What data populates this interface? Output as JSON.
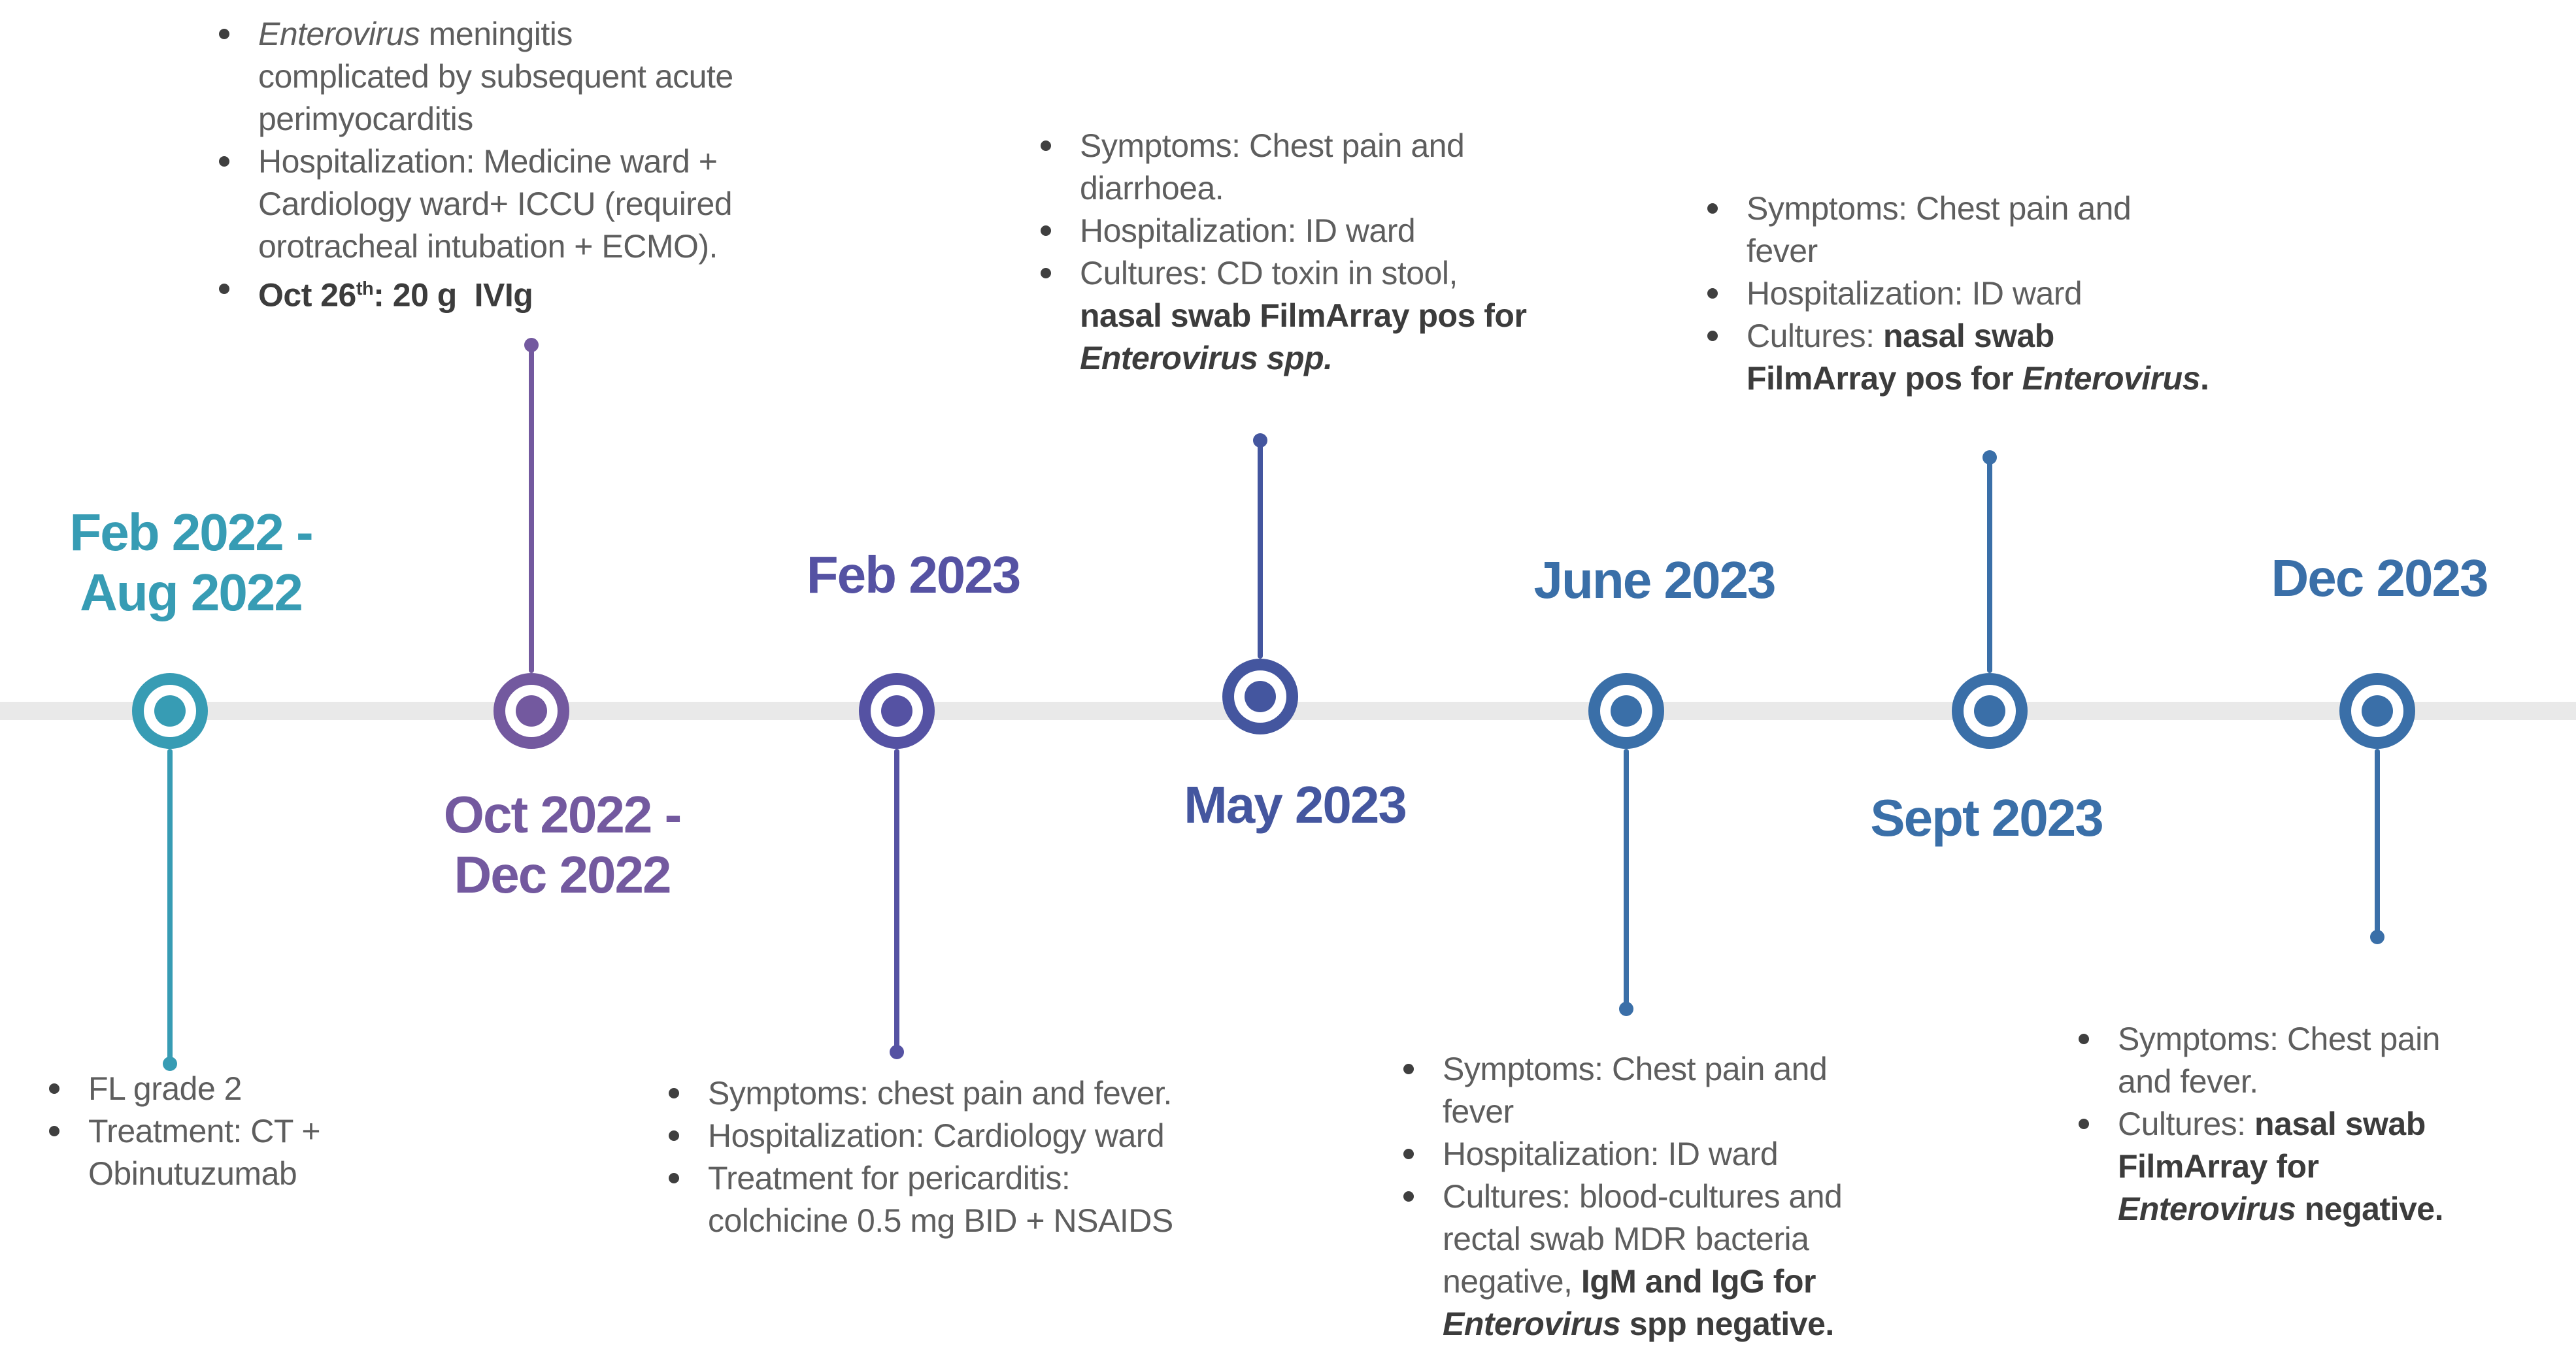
{
  "diagram": {
    "type": "timeline",
    "orientation": "horizontal",
    "axis_color": "#e9e9e9",
    "text_color": "#5e5e5e",
    "bold_text_color": "#3c3c3c",
    "bullet_color": "#3f3f3f",
    "background_color": "#ffffff",
    "events": [
      {
        "date": "Feb 2022 - Aug 2022",
        "date_lines": "Feb 2022 -\nAug 2022",
        "color": "#379CB4",
        "date_position": "above",
        "notes_position": "below",
        "stem_direction": "down",
        "notes": [
          {
            "segments": [
              {
                "t": "FL grade 2"
              }
            ]
          },
          {
            "segments": [
              {
                "t": "Treatment: CT +\nObinutuzumab"
              }
            ]
          }
        ]
      },
      {
        "date": "Oct 2022 - Dec 2022",
        "date_lines": "Oct 2022 -\nDec 2022",
        "color": "#73599F",
        "date_position": "below",
        "notes_position": "above",
        "stem_direction": "up",
        "notes": [
          {
            "segments": [
              {
                "t": "Enterovirus",
                "s": "i"
              },
              {
                "t": " meningitis\ncomplicated by subsequent acute\nperimyocarditis"
              }
            ]
          },
          {
            "segments": [
              {
                "t": "Hospitalization: Medicine ward +\nCardiology ward+ ICCU (required\norotracheal intubation + ECMO)."
              }
            ]
          },
          {
            "segments": [
              {
                "t": "Oct 26",
                "s": "b"
              },
              {
                "t": "th",
                "s": "bsup"
              },
              {
                "t": ": 20 g  IVIg",
                "s": "b"
              }
            ]
          }
        ]
      },
      {
        "date": "Feb 2023",
        "date_lines": "Feb 2023",
        "color": "#5552A3",
        "date_position": "above",
        "notes_position": "below",
        "stem_direction": "down",
        "notes": [
          {
            "segments": [
              {
                "t": "Symptoms: chest pain and fever."
              }
            ]
          },
          {
            "segments": [
              {
                "t": "Hospitalization: Cardiology ward"
              }
            ]
          },
          {
            "segments": [
              {
                "t": "Treatment for pericarditis:\ncolchicine 0.5 mg BID + NSAIDS"
              }
            ]
          }
        ]
      },
      {
        "date": "May 2023",
        "date_lines": "May 2023",
        "color": "#44569F",
        "date_position": "below",
        "notes_position": "above",
        "stem_direction": "up",
        "notes": [
          {
            "segments": [
              {
                "t": "Symptoms: Chest pain and\ndiarrhoea."
              }
            ]
          },
          {
            "segments": [
              {
                "t": "Hospitalization: ID ward"
              }
            ]
          },
          {
            "segments": [
              {
                "t": "Cultures: CD toxin in stool,\n"
              },
              {
                "t": "nasal swab FilmArray pos for\n",
                "s": "b"
              },
              {
                "t": "Enterovirus spp.",
                "s": "bi"
              }
            ]
          }
        ]
      },
      {
        "date": "June 2023",
        "date_lines": "June 2023",
        "color": "#3A6FA8",
        "date_position": "above",
        "notes_position": "below",
        "stem_direction": "down",
        "notes": [
          {
            "segments": [
              {
                "t": "Symptoms: Chest pain and\nfever"
              }
            ]
          },
          {
            "segments": [
              {
                "t": "Hospitalization: ID ward"
              }
            ]
          },
          {
            "segments": [
              {
                "t": "Cultures: blood-cultures and\nrectal swab MDR bacteria\nnegative, "
              },
              {
                "t": "IgM and IgG for\n",
                "s": "b"
              },
              {
                "t": "Enterovirus",
                "s": "bi"
              },
              {
                "t": " spp negative.",
                "s": "b"
              }
            ]
          }
        ]
      },
      {
        "date": "Sept 2023",
        "date_lines": "Sept 2023",
        "color": "#3A6FA8",
        "date_position": "below",
        "notes_position": "above",
        "stem_direction": "up",
        "notes": [
          {
            "segments": [
              {
                "t": "Symptoms: Chest pain and\nfever"
              }
            ]
          },
          {
            "segments": [
              {
                "t": "Hospitalization: ID ward"
              }
            ]
          },
          {
            "segments": [
              {
                "t": "Cultures: "
              },
              {
                "t": "nasal swab\nFilmArray pos for ",
                "s": "b"
              },
              {
                "t": "Enterovirus",
                "s": "bi"
              },
              {
                "t": ".",
                "s": "b"
              }
            ]
          }
        ]
      },
      {
        "date": "Dec 2023",
        "date_lines": "Dec 2023",
        "color": "#3A6FA8",
        "date_position": "above",
        "notes_position": "below",
        "stem_direction": "down",
        "notes": [
          {
            "segments": [
              {
                "t": "Symptoms: Chest pain\nand fever."
              }
            ]
          },
          {
            "segments": [
              {
                "t": "Cultures: "
              },
              {
                "t": "nasal swab\nFilmArray for\n",
                "s": "b"
              },
              {
                "t": "Enterovirus",
                "s": "bi"
              },
              {
                "t": " negative.",
                "s": "b"
              }
            ]
          }
        ]
      }
    ]
  }
}
